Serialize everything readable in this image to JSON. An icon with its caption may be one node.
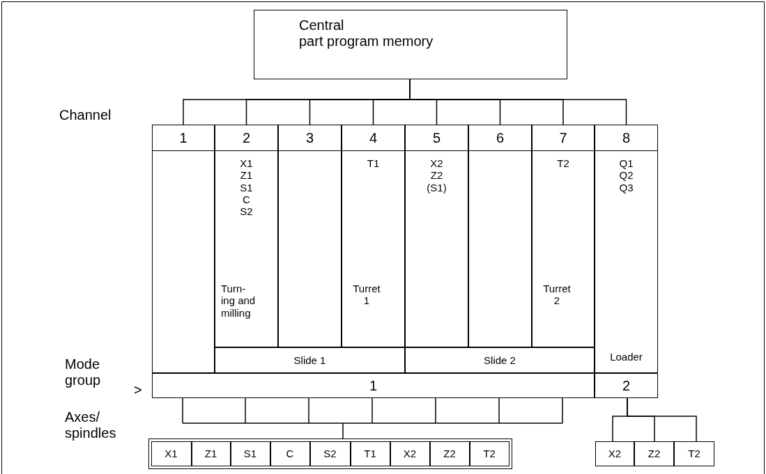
{
  "diagram": {
    "nodes": [
      {
        "text": [
          "Central part program memory"
        ]
      },
      {
        "text": [
          "1"
        ]
      },
      {
        "text": [
          "2",
          "X1 Z1 S1 C S2",
          "Turn- ing and milling"
        ]
      },
      {
        "text": [
          "3"
        ]
      },
      {
        "text": [
          "4",
          "T1",
          "Turret 1"
        ]
      },
      {
        "text": [
          "5",
          "X2 Z2 (S1)"
        ]
      },
      {
        "text": [
          "6"
        ]
      },
      {
        "text": [
          "7",
          "T2",
          "Turret 2"
        ]
      },
      {
        "text": [
          "8",
          "Q1 Q2 Q3",
          "Loader"
        ]
      },
      {
        "text": [
          "Slide 1"
        ]
      },
      {
        "text": [
          "Slide 2"
        ]
      },
      {
        "text": [
          "1"
        ]
      },
      {
        "text": [
          "2"
        ]
      },
      {
        "text": [],
        "shape": "bar"
      },
      {
        "text": [
          "X1"
        ],
        "in": 13
      },
      {
        "text": [
          "Z1"
        ],
        "in": 13
      },
      {
        "text": [
          "S1"
        ],
        "in": 13
      },
      {
        "text": [
          "C"
        ],
        "in": 13
      },
      {
        "text": [
          "S2"
        ],
        "in": 13
      },
      {
        "text": [
          "T1"
        ],
        "in": 13
      },
      {
        "text": [
          "X2"
        ],
        "in": 13
      },
      {
        "text": [
          "Z2"
        ],
        "in": 13
      },
      {
        "text": [
          "T2"
        ],
        "in": 13
      },
      {
        "text": [
          "X2"
        ]
      },
      {
        "text": [
          "Z2"
        ]
      },
      {
        "text": [
          "T2"
        ]
      }
    ],
    "edges": [
      {
        "from": 0,
        "to": 1,
        "arrow": "none"
      },
      {
        "from": 0,
        "to": 2,
        "arrow": "none"
      },
      {
        "from": 0,
        "to": 3,
        "arrow": "none"
      },
      {
        "from": 0,
        "to": 4,
        "arrow": "none"
      },
      {
        "from": 0,
        "to": 5,
        "arrow": "none"
      },
      {
        "from": 0,
        "to": 6,
        "arrow": "none"
      },
      {
        "from": 0,
        "to": 7,
        "arrow": "none"
      },
      {
        "from": 0,
        "to": 8,
        "arrow": "none"
      },
      {
        "from": 11,
        "to": 13,
        "arrow": "none"
      },
      {
        "from": 12,
        "to": 23,
        "arrow": "none"
      },
      {
        "from": 12,
        "to": 24,
        "arrow": "none"
      },
      {
        "from": 12,
        "to": 25,
        "arrow": "none"
      }
    ],
    "labels": [
      "Channel",
      "Mode group",
      ">",
      "Axes/ spindles"
    ]
  }
}
